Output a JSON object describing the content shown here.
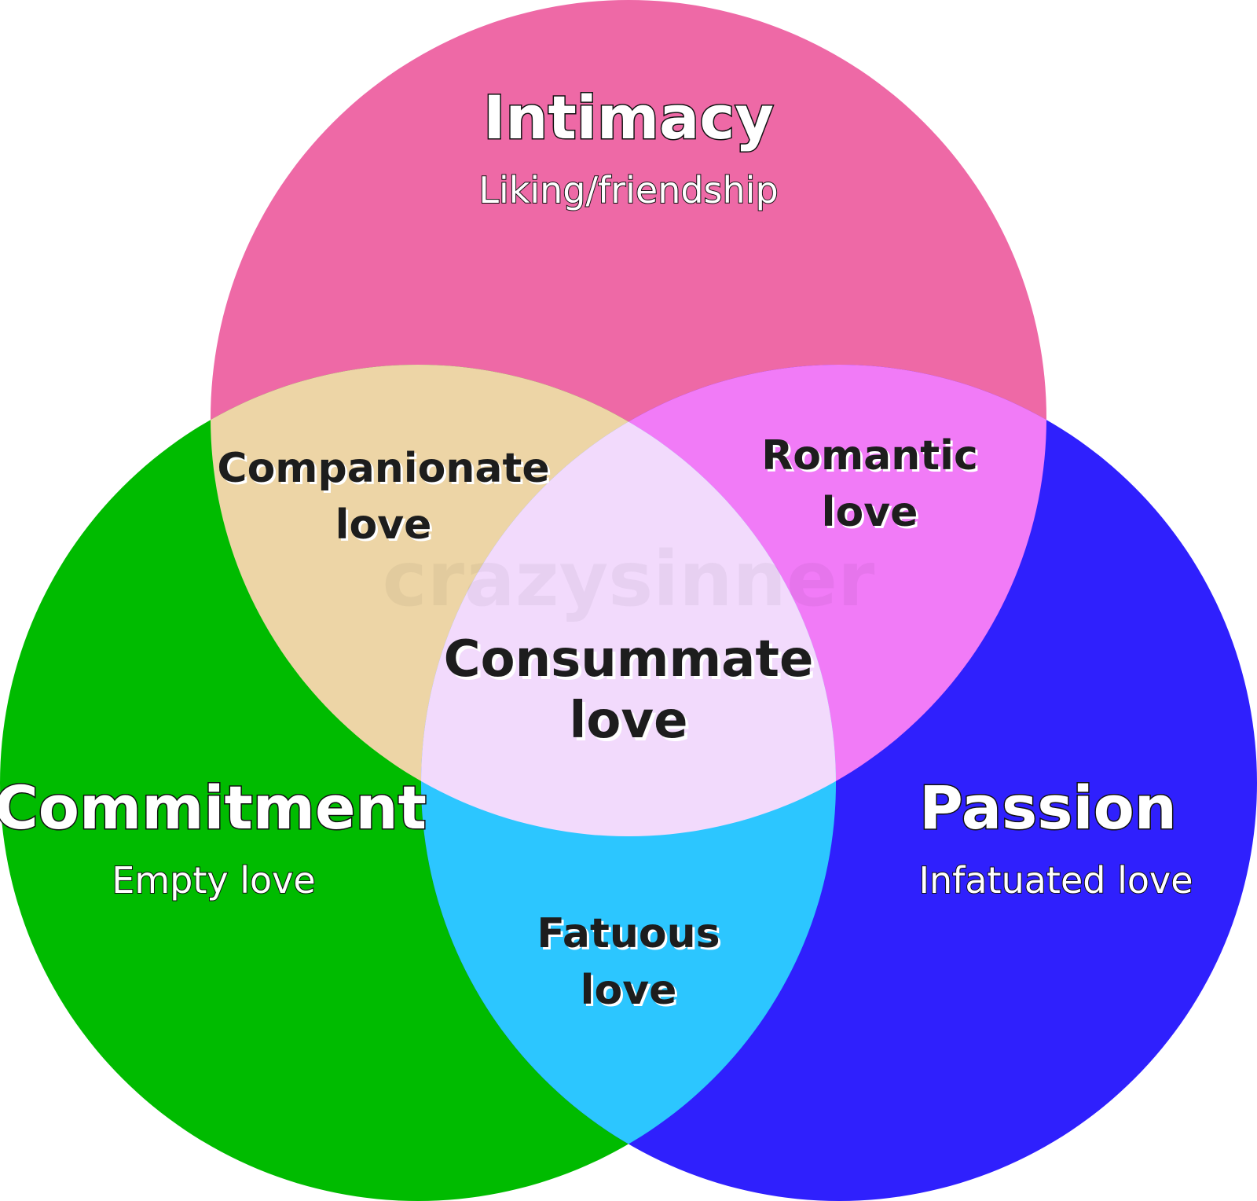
{
  "diagram": {
    "colors": {
      "intimacy": "#ee69a6",
      "commitment": "#00bb00",
      "passion": "#2f20fd",
      "intimacy_commitment": "#edd5a6",
      "intimacy_passion": "#f17bf7",
      "commitment_passion": "#2cc6ff",
      "all_three": "#f2dafc"
    },
    "circles": {
      "intimacy": {
        "title": "Intimacy",
        "subtitle": "Liking/friendship"
      },
      "commitment": {
        "title": "Commitment",
        "subtitle": "Empty love"
      },
      "passion": {
        "title": "Passion",
        "subtitle": "Infatuated love"
      }
    },
    "overlaps": {
      "companionate": {
        "line1": "Companionate",
        "line2": "love"
      },
      "romantic": {
        "line1": "Romantic",
        "line2": "love"
      },
      "fatuous": {
        "line1": "Fatuous",
        "line2": "love"
      },
      "consummate": {
        "line1": "Consummate",
        "line2": "love"
      }
    },
    "watermark": "crazysinner"
  }
}
